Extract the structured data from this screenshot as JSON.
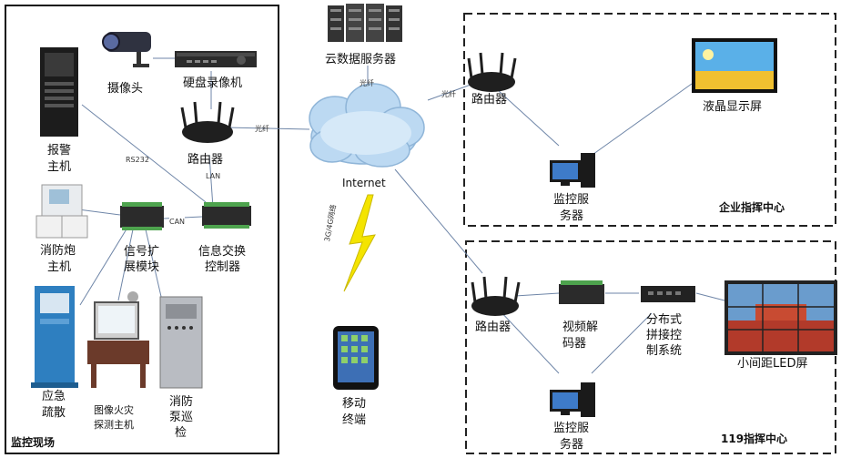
{
  "sections": {
    "site": "监控现场",
    "enterprise": "企业指挥中心",
    "c119": "119指挥中心"
  },
  "nodes": {
    "cloud_server": "云数据服务器",
    "internet": "Internet",
    "camera": "摄像头",
    "dvr": "硬盘录像机",
    "router_site": "路由器",
    "alarm_host_l1": "报警",
    "alarm_host_l2": "主机",
    "fire_cannon_l1": "消防炮",
    "fire_cannon_l2": "主机",
    "signal_ext_l1": "信号扩",
    "signal_ext_l2": "展模块",
    "info_switch_l1": "信息交换",
    "info_switch_l2": "控制器",
    "evac_l1": "应急",
    "evac_l2": "疏散",
    "image_fire_l1": "图像火灾",
    "image_fire_l2": "探测主机",
    "pump_l1": "消防",
    "pump_l2": "泵巡",
    "pump_l3": "检",
    "mobile_l1": "移动",
    "mobile_l2": "终端",
    "router_ent": "路由器",
    "lcd": "液晶显示屏",
    "monitor_ent_l1": "监控服",
    "monitor_ent_l2": "务器",
    "router_119": "路由器",
    "decoder_l1": "视频解",
    "decoder_l2": "码器",
    "splicer_l1": "分布式",
    "splicer_l2": "拼接控",
    "splicer_l3": "制系统",
    "led": "小间距LED屏",
    "monitor_119_l1": "监控服",
    "monitor_119_l2": "务器"
  },
  "links": {
    "fiber1": "光纤",
    "fiber2": "光纤",
    "fiber3": "光纤",
    "rs232": "RS232",
    "lan": "LAN",
    "can": "CAN",
    "wireless": "3G/4G网络"
  }
}
